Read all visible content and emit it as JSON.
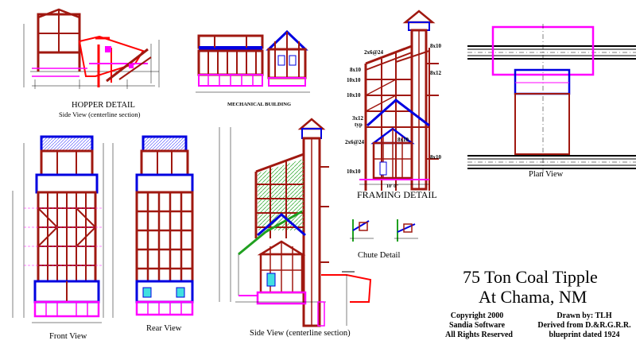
{
  "title": {
    "line1": "75 Ton Coal Tipple",
    "line2": "At Chama, NM"
  },
  "credits": {
    "copyright": [
      "Copyright 2000",
      "Sandia Software",
      "All Rights Reserved"
    ],
    "drawn": [
      "Drawn by: TLH",
      "Derived from D.&R.G.R.R.",
      "blueprint dated 1924"
    ]
  },
  "views": {
    "hopper_detail": "HOPPER DETAIL",
    "hopper_sub": "Side View (centerline section)",
    "mechanical": "MECHANICAL BUILDING",
    "framing": "FRAMING DETAIL",
    "plan": "Plan View",
    "chute": "Chute Detail",
    "front": "Front View",
    "rear": "Rear View",
    "side": "Side View (centerline section)"
  },
  "framing_callouts": [
    "2x6@24",
    "8x10",
    "8x10",
    "10x10",
    "8x12",
    "10x10",
    "3x12",
    "typ",
    "2x6@24",
    "8x10",
    "10x10",
    "8x10",
    "10' 0\""
  ],
  "colors": {
    "timber": "#a01810",
    "roof": "#0000e0",
    "dim": "#ff00ff",
    "red": "#ff0000",
    "hatch": "#20a020"
  }
}
